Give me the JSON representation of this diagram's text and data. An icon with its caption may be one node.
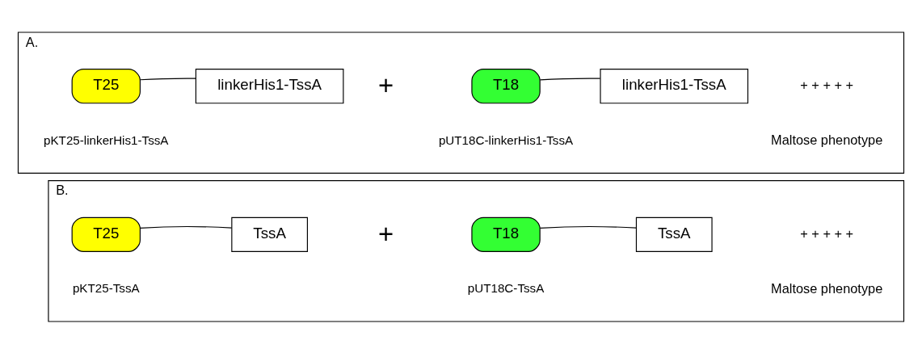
{
  "diagram": {
    "nodes": [
      {
        "text": [
          "A."
        ]
      },
      {
        "text": [
          "T25"
        ],
        "in": 0,
        "beside": [
          "pKT25-linkerHis1-TssA"
        ]
      },
      {
        "text": [
          "linkerHis1-TssA"
        ],
        "in": 0
      },
      {
        "text": [
          "T18"
        ],
        "in": 0,
        "beside": [
          "pUT18C-linkerHis1-TssA"
        ]
      },
      {
        "text": [
          "linkerHis1-TssA"
        ],
        "in": 0
      },
      {
        "text": [
          "B."
        ]
      },
      {
        "text": [
          "T25"
        ],
        "in": 5,
        "beside": [
          "pKT25-TssA"
        ]
      },
      {
        "text": [
          "TssA"
        ],
        "in": 5
      },
      {
        "text": [
          "T18"
        ],
        "in": 5,
        "beside": [
          "pUT18C-TssA"
        ]
      },
      {
        "text": [
          "TssA"
        ],
        "in": 5
      }
    ],
    "edges": [
      {
        "from": 1,
        "to": 2,
        "arrow": "none"
      },
      {
        "from": 3,
        "to": 4,
        "arrow": "none"
      },
      {
        "from": 6,
        "to": 7,
        "arrow": "none"
      },
      {
        "from": 8,
        "to": 9,
        "arrow": "none"
      }
    ],
    "labels": [
      "Maltose phenotype",
      "+",
      "+ + + + +",
      "Maltose phenotype",
      "+",
      "+ + + + +"
    ]
  }
}
